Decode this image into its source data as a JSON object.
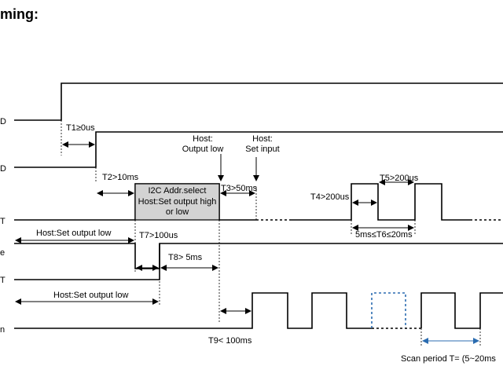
{
  "header": {
    "title": "ming:"
  },
  "signals": {
    "s1": "D",
    "s2": "D",
    "s3": "T",
    "s4": "e",
    "s5": "T",
    "s6": "n"
  },
  "box": {
    "line1": "I2C Addr.select",
    "line2": "Host:Set output high",
    "line3": "or low"
  },
  "timing": {
    "t1": "T1≥0us",
    "t2": "T2>10ms",
    "t3": "T3>50ms",
    "t4": "T4>200us",
    "t5": "T5>200us",
    "t6": "5ms≤T6≤20ms",
    "t7": "T7>100us",
    "t8": "T8> 5ms",
    "t9": "T9< 100ms"
  },
  "notes": {
    "host_output_low_1": "Host:",
    "host_output_low_2": "Output low",
    "host_set_input_1": "Host:",
    "host_set_input_2": "Set input",
    "host_set_output_low_a": "Host:Set output low",
    "host_set_output_low_b": "Host:Set output low",
    "scan_period": "Scan period  T= (5~20ms"
  }
}
